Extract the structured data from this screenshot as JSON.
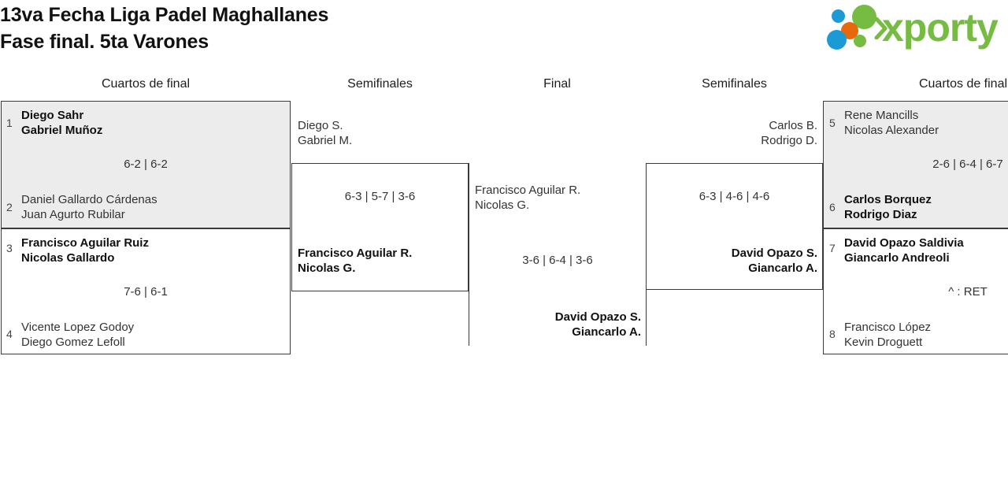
{
  "header": {
    "title_line1": "13va Fecha Liga Padel Maghallanes",
    "title_line2": "Fase final. 5ta Varones"
  },
  "logo": {
    "word": "xporty",
    "colors": {
      "green": "#76bc43",
      "blue": "#1c9ad6",
      "orange": "#e8690b"
    }
  },
  "rounds": [
    {
      "label": "Cuartos de final"
    },
    {
      "label": "Semifinales"
    },
    {
      "label": "Final"
    },
    {
      "label": "Semifinales"
    },
    {
      "label": "Cuartos de final"
    }
  ],
  "bracket": {
    "left_quarterfinals": [
      {
        "score": "6-2 | 6-2",
        "top": {
          "seed": "1",
          "p1": "Diego Sahr",
          "p2": "Gabriel Muñoz",
          "winner": true
        },
        "bottom": {
          "seed": "2",
          "p1": "Daniel Gallardo Cárdenas",
          "p2": "Juan Agurto Rubilar",
          "winner": false
        }
      },
      {
        "score": "7-6 | 6-1",
        "top": {
          "seed": "3",
          "p1": "Francisco Aguilar Ruiz",
          "p2": "Nicolas Gallardo",
          "winner": true
        },
        "bottom": {
          "seed": "4",
          "p1": "Vicente Lopez Godoy",
          "p2": "Diego Gomez Lefoll",
          "winner": false
        }
      }
    ],
    "left_semifinal": {
      "score": "6-3 | 5-7 | 3-6",
      "top": {
        "p1": "Diego S.",
        "p2": "Gabriel M.",
        "winner": false
      },
      "bottom": {
        "p1": "Francisco Aguilar R.",
        "p2": "Nicolas G.",
        "winner": true
      }
    },
    "final": {
      "score": "3-6 | 6-4 | 3-6",
      "top": {
        "p1": "Francisco Aguilar R.",
        "p2": "Nicolas G.",
        "winner": false
      },
      "bottom": {
        "p1": "David Opazo S.",
        "p2": "Giancarlo A.",
        "winner": true
      }
    },
    "right_semifinal": {
      "score": "6-3 | 4-6 | 4-6",
      "top": {
        "p1": "Carlos B.",
        "p2": "Rodrigo D.",
        "winner": false
      },
      "bottom": {
        "p1": "David Opazo S.",
        "p2": "Giancarlo A.",
        "winner": true
      }
    },
    "right_quarterfinals": [
      {
        "score": "2-6 | 6-4 | 6-7",
        "top": {
          "seed": "5",
          "p1": "Rene Mancills",
          "p2": "Nicolas Alexander",
          "winner": false
        },
        "bottom": {
          "seed": "6",
          "p1": "Carlos Borquez",
          "p2": "Rodrigo Diaz",
          "winner": true
        }
      },
      {
        "score": "^ : RET",
        "top": {
          "seed": "7",
          "p1": "David Opazo Saldivia",
          "p2": "Giancarlo Andreoli",
          "winner": true
        },
        "bottom": {
          "seed": "8",
          "p1": "Francisco López",
          "p2": "Kevin Droguett",
          "winner": false
        }
      }
    ]
  }
}
